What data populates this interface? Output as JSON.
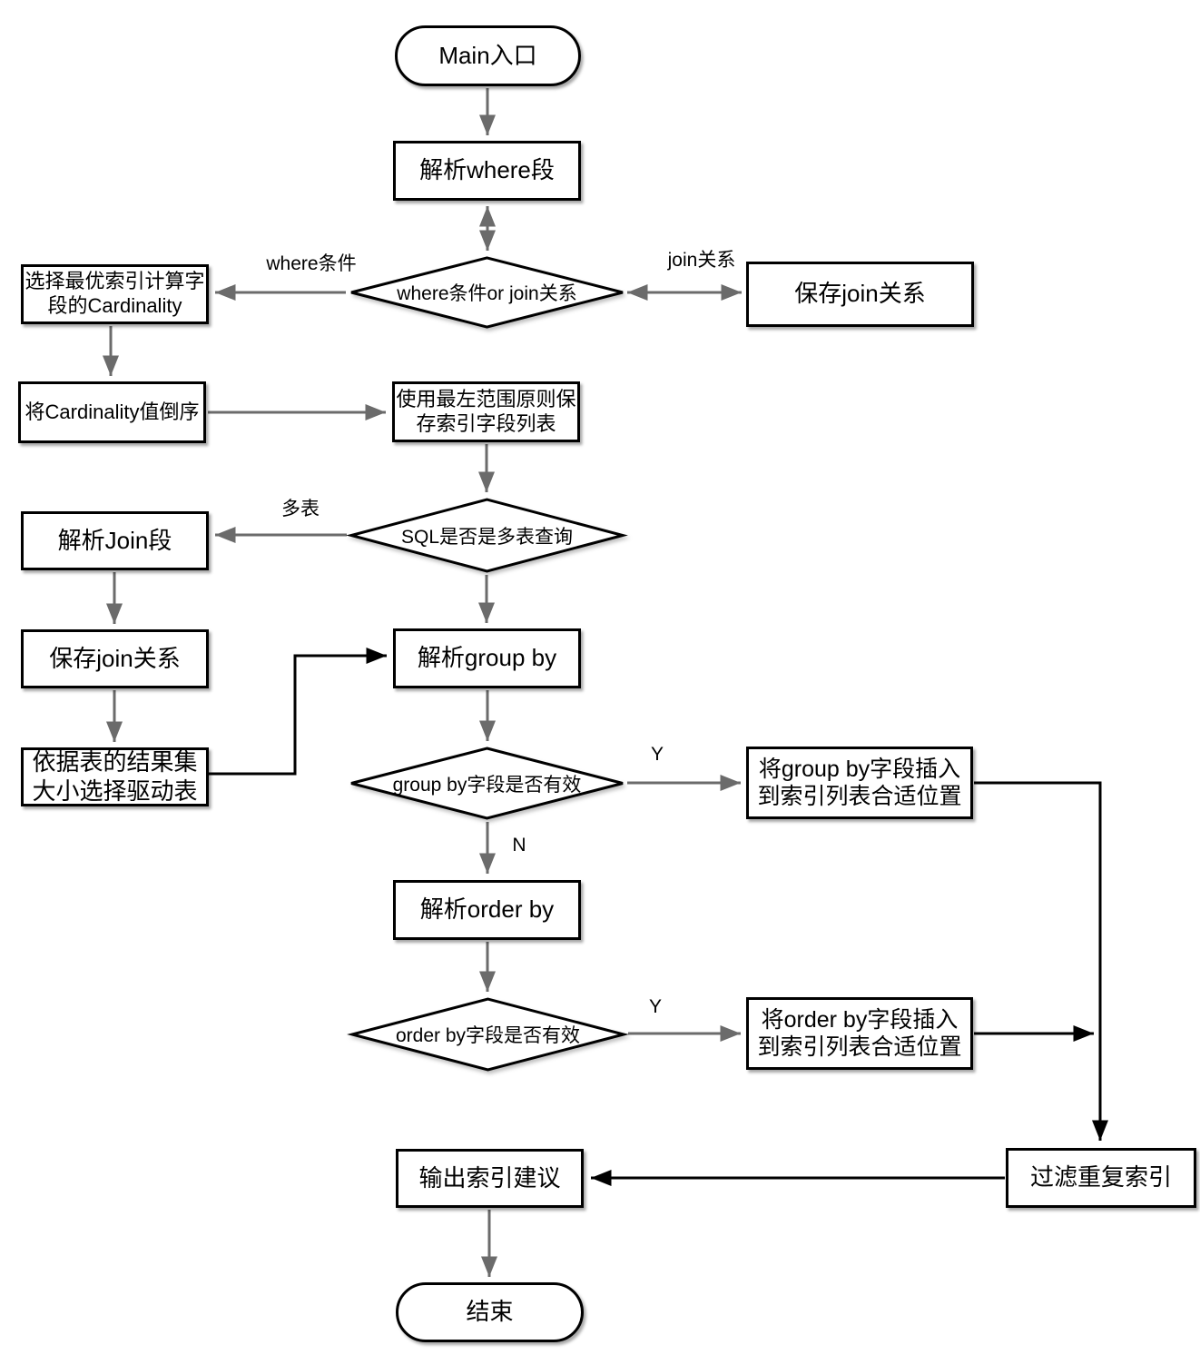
{
  "diagram": {
    "background": "#ffffff",
    "shape_fill": "#ffffff",
    "shape_border_color": "#000000",
    "flow_arrow_color": "#6b6b6b",
    "connector_arrow_color": "#000000",
    "text_color": "#000000"
  },
  "nodes": {
    "start": {
      "label": "Main入口"
    },
    "parse_where": {
      "label": "解析where段"
    },
    "where_or_join": {
      "label": "where条件or join关系"
    },
    "save_join_right": {
      "label": "保存join关系"
    },
    "calc_cardinality": {
      "label": "选择最优索引计算字\n段的Cardinality"
    },
    "sort_cardinality": {
      "label": "将Cardinality值倒序"
    },
    "save_index_fields": {
      "label": "使用最左范围原则保\n存索引字段列表"
    },
    "is_multi_table": {
      "label": "SQL是否是多表查询"
    },
    "parse_join": {
      "label": "解析Join段"
    },
    "save_join_left": {
      "label": "保存join关系"
    },
    "choose_driving_table": {
      "label": "依据表的结果集\n大小选择驱动表"
    },
    "parse_group_by": {
      "label": "解析group by"
    },
    "group_by_valid": {
      "label": "group by字段是否有效"
    },
    "insert_group_by": {
      "label": "将group by字段插入\n到索引列表合适位置"
    },
    "parse_order_by": {
      "label": "解析order by"
    },
    "order_by_valid": {
      "label": "order by字段是否有效"
    },
    "insert_order_by": {
      "label": "将order by字段插入\n到索引列表合适位置"
    },
    "filter_duplicate_index": {
      "label": "过滤重复索引"
    },
    "output_index_suggestion": {
      "label": "输出索引建议"
    },
    "end": {
      "label": "结束"
    }
  },
  "edge_labels": {
    "where_condition": "where条件",
    "join_relation": "join关系",
    "multi_table": "多表",
    "group_by_yes": "Y",
    "group_by_no": "N",
    "order_by_yes": "Y"
  }
}
